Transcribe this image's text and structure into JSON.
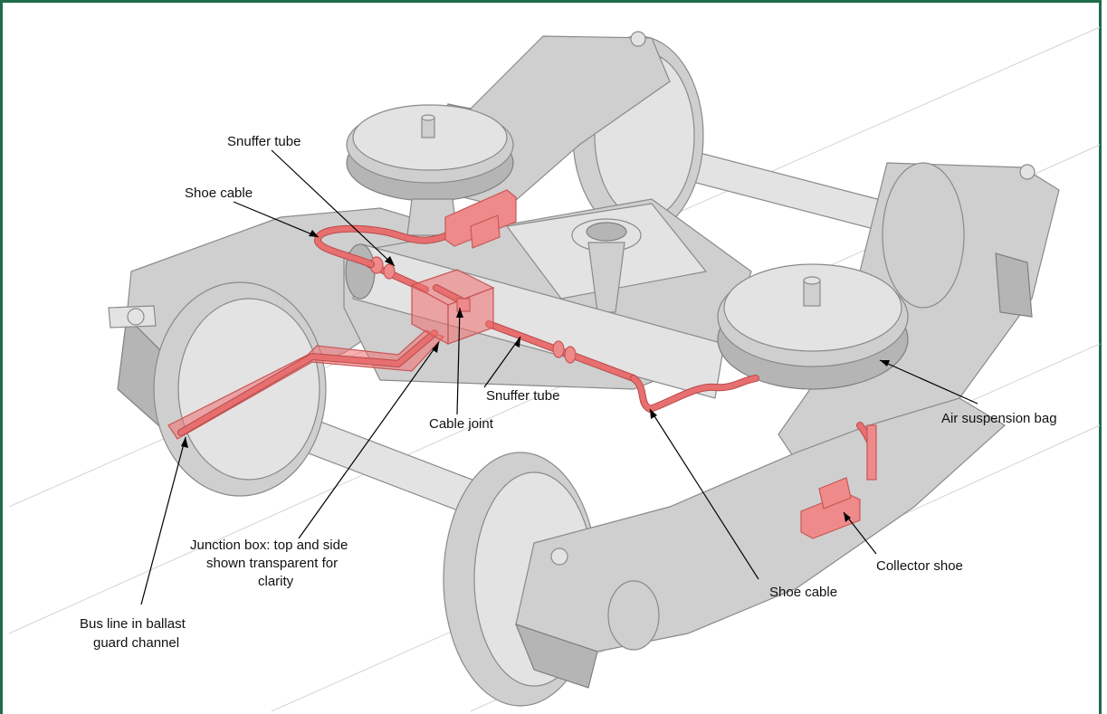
{
  "labels": {
    "snuffer_tube_top": "Snuffer tube",
    "shoe_cable_left": "Shoe cable",
    "snuffer_tube_mid": "Snuffer tube",
    "cable_joint": "Cable joint",
    "air_suspension_bag": "Air suspension bag",
    "junction_box_line1": "Junction box: top and side",
    "junction_box_line2": "shown transparent for",
    "junction_box_line3": "clarity",
    "collector_shoe": "Collector shoe",
    "shoe_cable_right": "Shoe cable",
    "bus_line_line1": "Bus line in ballast",
    "bus_line_line2": "guard channel"
  },
  "colors": {
    "frame": "#1f6b4a",
    "metal": "#cfcfcf",
    "highlight": "#ef8a8a"
  }
}
